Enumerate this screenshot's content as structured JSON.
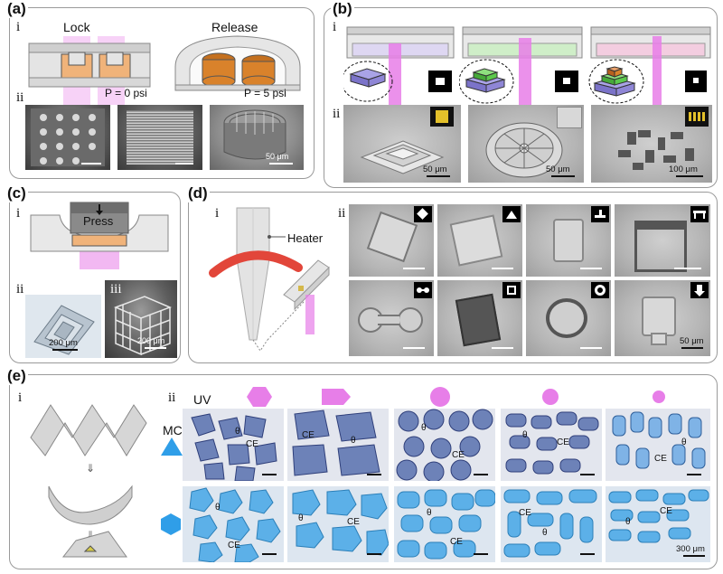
{
  "panels": {
    "a": {
      "label": "(a)",
      "sub_i": "i",
      "sub_ii": "ii",
      "lock": "Lock",
      "release": "Release",
      "p0": "P = 0 psi",
      "p5": "P = 5 psi",
      "scale": "50 μm"
    },
    "b": {
      "label": "(b)",
      "sub_i": "i",
      "sub_ii": "ii",
      "scale1": "50 μm",
      "scale2": "50 μm",
      "scale3": "100 μm"
    },
    "c": {
      "label": "(c)",
      "sub_i": "i",
      "sub_ii": "ii",
      "sub_iii": "iii",
      "press": "Press",
      "scale1": "200 μm",
      "scale2": "200 μm"
    },
    "d": {
      "label": "(d)",
      "sub_i": "i",
      "sub_ii": "ii",
      "heater": "Heater",
      "scale": "50 μm"
    },
    "e": {
      "label": "(e)",
      "sub_i": "i",
      "sub_ii": "ii",
      "uv": "UV",
      "mc": "MC",
      "ce": "CE",
      "theta": "θ",
      "scale": "300 μm"
    }
  },
  "colors": {
    "magenta": "#e77ee8",
    "orange": "#d9822b",
    "lightblue": "#2f9ee8",
    "purple": "#8f86d6",
    "green": "#5bc84c",
    "heater_red": "#e2463a"
  }
}
